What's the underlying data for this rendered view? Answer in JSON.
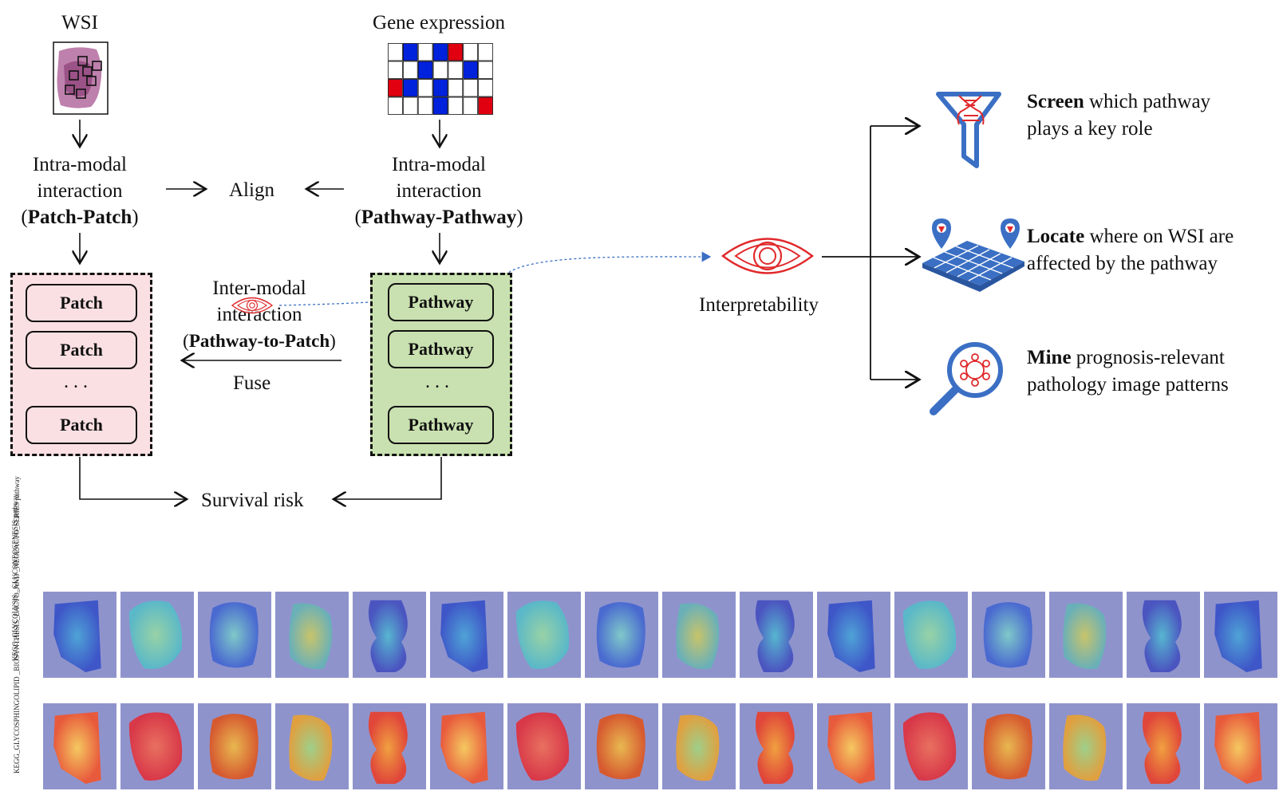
{
  "wsi": {
    "label": "WSI"
  },
  "gene": {
    "label": "Gene expression"
  },
  "intra_patch": {
    "line1": "Intra-modal",
    "line2": "interaction",
    "open": "(",
    "bold": "Patch-Patch",
    "close": ")"
  },
  "intra_pathway": {
    "line1": "Intra-modal",
    "line2": "interaction",
    "open": "(",
    "bold": "Pathway-Pathway",
    "close": ")"
  },
  "align": "Align",
  "inter": {
    "line1": "Inter-modal",
    "line2": "interaction",
    "open": "(",
    "bold": "Pathway-to-Patch",
    "close": ")"
  },
  "fuse": "Fuse",
  "patch_box": {
    "items": [
      "Patch",
      "Patch",
      "Patch"
    ],
    "dots": "..."
  },
  "pathway_box": {
    "items": [
      "Pathway",
      "Pathway",
      "Pathway"
    ],
    "dots": "..."
  },
  "survival": "Survival risk",
  "interpretability": "Interpretability",
  "outcomes": [
    {
      "icon": "filter-dna-icon",
      "bold": "Screen",
      "rest1": " which pathway",
      "line2": "plays a key role"
    },
    {
      "icon": "map-grid-pin-icon",
      "bold": "Locate",
      "rest1": " where on WSI are",
      "line2": "affected by the pathway"
    },
    {
      "icon": "magnifier-cell-icon",
      "bold": "Mine",
      "rest1": " prognosis-relevant",
      "line2": "pathology image patterns"
    }
  ],
  "heatmaps": {
    "row1_label": "KEGG_GLYCOLYSIS _GLUCONEOGENESIS pathway",
    "row2_label": "KEGG_GLYCOSPHINGOLIPID _BIOSYNTHESIS_LACTO_AND _NEOLACTO_SERIES pathway"
  },
  "gene_matrix": [
    [
      "w",
      "b",
      "w",
      "b",
      "r",
      "w",
      "w"
    ],
    [
      "w",
      "w",
      "b",
      "w",
      "w",
      "b",
      "w"
    ],
    [
      "r",
      "b",
      "w",
      "b",
      "w",
      "w",
      "w"
    ],
    [
      "w",
      "w",
      "w",
      "b",
      "w",
      "w",
      "r"
    ]
  ],
  "colors": {
    "patch_fill": "#fbe0e3",
    "pathway_fill": "#c9e1b0",
    "icon_blue": "#3a6fc4",
    "icon_red": "#e0292b",
    "matrix_blue": "#0022dd",
    "matrix_red": "#e00010"
  }
}
